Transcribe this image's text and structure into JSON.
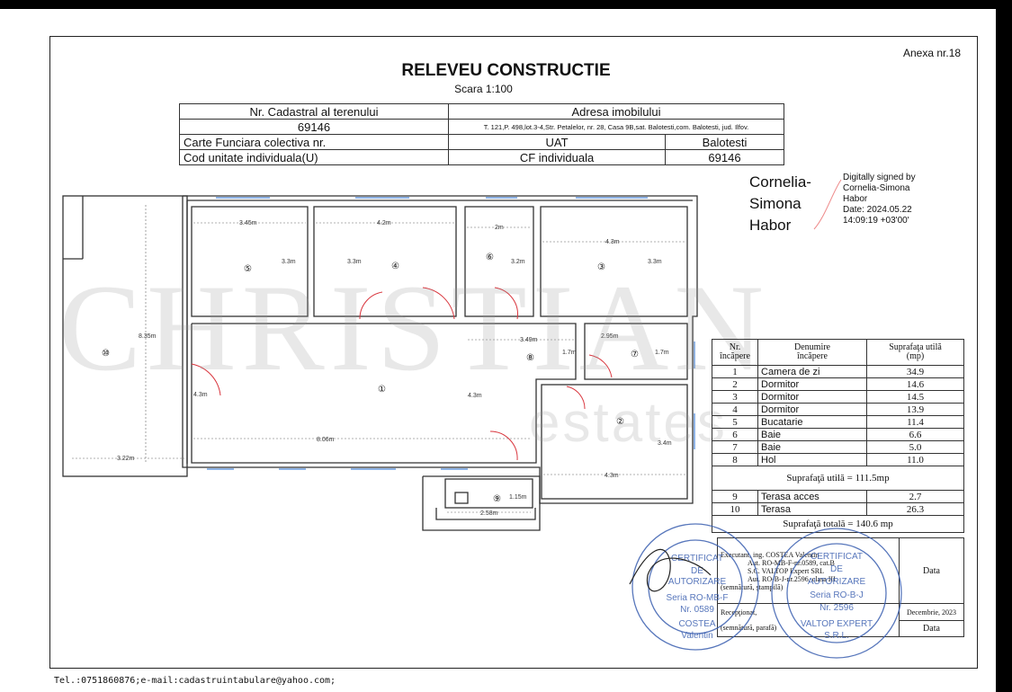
{
  "annex": "Anexa nr.18",
  "title": "RELEVEU CONSTRUCTIE",
  "scale": "Scara 1:100",
  "info": {
    "cadastral_label": "Nr. Cadastral al terenului",
    "address_label": "Adresa imobilului",
    "cadastral_value": "69146",
    "address_value": "T. 121,P. 498,lot.3-4,Str. Petalelor, nr. 28, Casa 9B,sat. Balotesti,com. Balotesti, jud. Ilfov.",
    "cf_collective_label": "Carte Funciara colectiva nr.",
    "uat_label": "UAT",
    "uat_value": "Balotesti",
    "cod_label": "Cod unitate individuala(U)",
    "cf_individual_label": "CF individuala",
    "cf_individual_value": "69146"
  },
  "signature": {
    "name_line1": "Cornelia-",
    "name_line2": "Simona",
    "name_line3": "Habor",
    "detail1": "Digitally signed by",
    "detail2": "Cornelia-Simona",
    "detail3": "Habor",
    "detail4": "Date: 2024.05.22",
    "detail5": "14:09:19 +03'00'"
  },
  "plan": {
    "dims": {
      "r5_w": "3.45m",
      "r5_h": "3.3m",
      "r4_w": "4.2m",
      "r4_h": "3.3m",
      "r6_w": "2m",
      "r6_h": "3.2m",
      "r3_w": "4.3m",
      "r3_h": "3.3m",
      "total_h": "8.35m",
      "r8_w": "3.49m",
      "r8_h": "1.7m",
      "r7_w": "2.95m",
      "r7_h": "1.7m",
      "r1_h_left": "4.3m",
      "r1_h_right": "4.3m",
      "r1_w": "8.06m",
      "r2_h": "3.4m",
      "r2_w": "4.3m",
      "r9_h": "1.15m",
      "r9_w": "2.58m",
      "r10_w": "3.22m"
    },
    "labels": {
      "r1": "①",
      "r2": "②",
      "r3": "③",
      "r4": "④",
      "r5": "⑤",
      "r6": "⑥",
      "r7": "⑦",
      "r8": "⑧",
      "r9": "⑨",
      "r10": "⑩"
    }
  },
  "rooms_table": {
    "col_nr": "Nr.",
    "col_nr2": "încăpere",
    "col_name": "Denumire",
    "col_name2": "încăpere",
    "col_area": "Suprafaţa utilă",
    "col_area2": "(mp)",
    "rows": [
      {
        "nr": "1",
        "name": "Camera de zi",
        "area": "34.9"
      },
      {
        "nr": "2",
        "name": "Dormitor",
        "area": "14.6"
      },
      {
        "nr": "3",
        "name": "Dormitor",
        "area": "14.5"
      },
      {
        "nr": "4",
        "name": "Dormitor",
        "area": "13.9"
      },
      {
        "nr": "5",
        "name": "Bucatarie",
        "area": "11.4"
      },
      {
        "nr": "6",
        "name": "Baie",
        "area": "6.6"
      },
      {
        "nr": "7",
        "name": "Baie",
        "area": "5.0"
      },
      {
        "nr": "8",
        "name": "Hol",
        "area": "11.0"
      }
    ],
    "useful_total": "Suprafaţă utilă = 111.5mp",
    "extra_rows": [
      {
        "nr": "9",
        "name": "Terasa acces",
        "area": "2.7"
      },
      {
        "nr": "10",
        "name": "Terasa",
        "area": "26.3"
      }
    ],
    "grand_total": "Suprafaţă totală = 140.6 mp"
  },
  "sign_table": {
    "executant": "Executant, ing. COSTEA Valentin",
    "aut1": "Aut. RO-MB-F-nr.0589, cat.B",
    "company": "S.C. VALTOP Expert SRL",
    "aut2": "Aut. RO-B-J-nr.2596, clasa III",
    "sig_note": "(semnătură, ştampilă)",
    "date_label": "Data",
    "date_value": "Decembrie, 2023",
    "receptionist": "Recepţionat,",
    "receptionist_note": "(semnătură, parafă)",
    "date_label2": "Data"
  },
  "stamps": {
    "left_text1": "CERTIFICAT",
    "left_text2": "DE",
    "left_text3": "AUTORIZARE",
    "left_text4": "Seria RO-MB-F",
    "left_text5": "Nr. 0589",
    "left_text6": "COSTEA",
    "left_text7": "Valentin",
    "right_text1": "CERTIFICAT",
    "right_text2": "DE",
    "right_text3": "AUTORIZARE",
    "right_text4": "Seria RO-B-J",
    "right_text5": "Nr. 2596",
    "right_text6": "VALTOP EXPERT",
    "right_text7": "S.R.L."
  },
  "watermark": {
    "main": "CHRISTIAN",
    "sub": "estates"
  },
  "footer": "Tel.:0751860876;e-mail:cadastruintabulare@yahoo.com;",
  "colors": {
    "stamp": "#3a5fb0",
    "wall": "#333333",
    "window": "#8fb4e6",
    "door": "#d9363e"
  }
}
